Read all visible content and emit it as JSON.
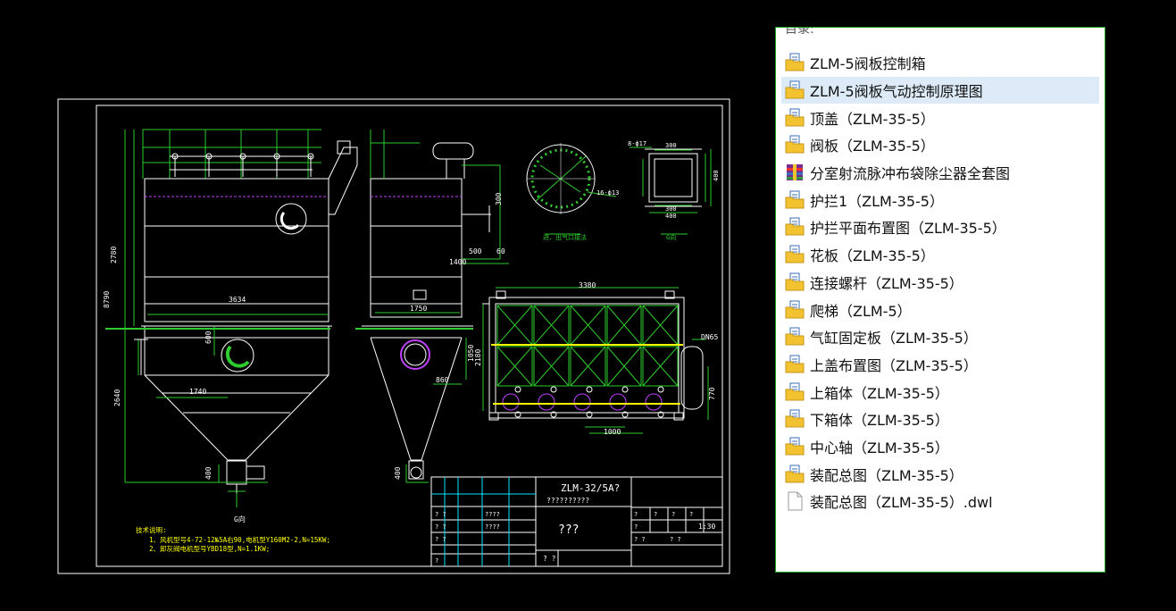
{
  "drawing": {
    "title_code": "ZLM-32/5A?",
    "title_sub": "??????????",
    "title_center": "???",
    "scale": "1:30",
    "note_heading": "技术说明:",
    "note_line1": "1、风机型号4-72-12№5A右90,电机型Y160M2-2,N=15KW;",
    "note_line2": "2、卸灰阀电机型号YBD18型,N=1.1KW;",
    "view_g": "G向",
    "view_g2": "G向",
    "section_label": "进、出气口接法",
    "dims": {
      "d2780": "2780",
      "d8790": "8790",
      "d3634": "3634",
      "d600": "600",
      "d1740": "1740",
      "d2640": "2640",
      "d400": "400",
      "d400b": "400",
      "d1400": "1400",
      "d500": "500",
      "d60": "60",
      "d1750": "1750",
      "d1050": "1050",
      "d860": "860",
      "d3380": "3380",
      "d2180": "2180",
      "d1000": "1000",
      "d770": "770",
      "d300": "300",
      "d300b": "300",
      "d300c": "300",
      "d400c": "400",
      "d400d": "400",
      "dn65": "DN65",
      "d8017": "8-ф17",
      "d1613": "16-ф13"
    },
    "tb_small": "?",
    "tb_pair": "?  ?",
    "tb_multi": "????"
  },
  "panel": {
    "title": "目录:",
    "selected_index": 1,
    "items": [
      {
        "label": "ZLM-5阀板控制箱",
        "icon": "folder-doc-icon"
      },
      {
        "label": "ZLM-5阀板气动控制原理图",
        "icon": "folder-doc-icon"
      },
      {
        "label": "顶盖（ZLM-35-5）",
        "icon": "folder-doc-icon"
      },
      {
        "label": "阀板（ZLM-35-5）",
        "icon": "folder-doc-icon"
      },
      {
        "label": "分室射流脉冲布袋除尘器全套图",
        "icon": "archive-icon"
      },
      {
        "label": "护拦1（ZLM-35-5）",
        "icon": "folder-doc-icon"
      },
      {
        "label": "护拦平面布置图（ZLM-35-5）",
        "icon": "folder-doc-icon"
      },
      {
        "label": "花板（ZLM-35-5）",
        "icon": "folder-doc-icon"
      },
      {
        "label": "连接螺杆（ZLM-35-5）",
        "icon": "folder-doc-icon"
      },
      {
        "label": "爬梯（ZLM-5）",
        "icon": "folder-doc-icon"
      },
      {
        "label": "气缸固定板（ZLM-35-5）",
        "icon": "folder-doc-icon"
      },
      {
        "label": "上盖布置图（ZLM-35-5）",
        "icon": "folder-doc-icon"
      },
      {
        "label": "上箱体（ZLM-35-5）",
        "icon": "folder-doc-icon"
      },
      {
        "label": "下箱体（ZLM-35-5）",
        "icon": "folder-doc-icon"
      },
      {
        "label": "中心轴（ZLM-35-5）",
        "icon": "folder-doc-icon"
      },
      {
        "label": "装配总图（ZLM-35-5）",
        "icon": "folder-doc-icon"
      },
      {
        "label": "装配总图（ZLM-35-5）.dwl",
        "icon": "file-icon"
      }
    ]
  }
}
